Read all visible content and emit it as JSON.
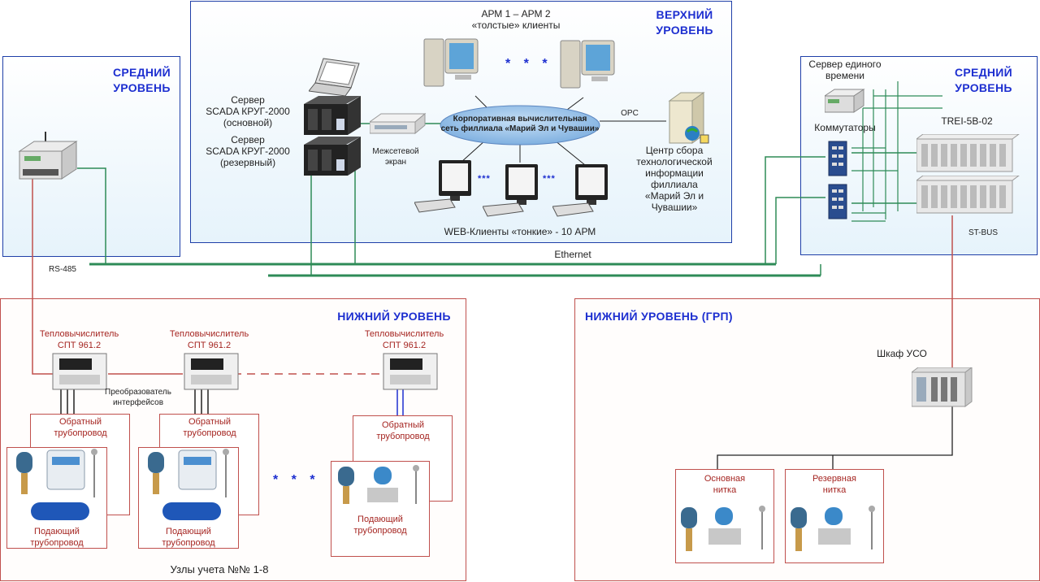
{
  "upper": {
    "level_title": "ВЕРХНИЙ\nУРОВЕНЬ",
    "arm_label": "АРМ 1 – АРМ 2\n«толстые» клиенты",
    "corp_network": "Корпоративная вычислительная\nсеть филлиала «Марий Эл и Чувашии»",
    "server_main": "Сервер\nSCADA КРУГ-2000\n(основной)",
    "server_reserve": "Сервер\nSCADA КРУГ-2000\n(резервный)",
    "firewall": "Межсетевой\nэкран",
    "opc": "OPC",
    "data_center": "Центр сбора\nтехнологической\nинформации\nфиллиала\n«Марий Эл и\nЧувашии»",
    "web_clients": "WEB-Клиенты «тонкие» - 10 АРМ",
    "stars_big": "* * *",
    "stars_small_1": "***",
    "stars_small_2": "***"
  },
  "middle_left": {
    "level_title": "СРЕДНИЙ\nУРОВЕНЬ",
    "rs485": "RS-485"
  },
  "ethernet": "Ethernet",
  "middle_right": {
    "level_title": "СРЕДНИЙ\nУРОВЕНЬ",
    "time_server": "Сервер единого\nвремени",
    "switches": "Коммутаторы",
    "trei": "TREI-5B-02",
    "stbus": "ST-BUS"
  },
  "lower_left": {
    "level_title": "НИЖНИЙ УРОВЕНЬ",
    "heat_calc_1": "Тепловычислитель\nСПТ 961.2",
    "heat_calc_2": "Тепловычислитель\nСПТ 961.2",
    "heat_calc_3": "Тепловычислитель\nСПТ 961.2",
    "converter": "Преобразователь\nинтерфейсов",
    "return_pipe_1": "Обратный\nтрубопровод",
    "return_pipe_2": "Обратный\nтрубопровод",
    "return_pipe_3": "Обратный\nтрубопровод",
    "supply_pipe_1": "Подающий\nтрубопровод",
    "supply_pipe_2": "Подающий\nтрубопровод",
    "supply_pipe_3": "Подающий\nтрубопровод",
    "stars": "* * *",
    "nodes": "Узлы учета №№ 1-8"
  },
  "lower_right": {
    "level_title": "НИЖНИЙ УРОВЕНЬ (ГРП)",
    "cabinet": "Шкаф УСО",
    "main_line": "Основная\nнитка",
    "reserve_line": "Резервная\nнитка"
  },
  "colors": {
    "blue_border": "#1f3fa8",
    "red_border": "#c0504d",
    "green_line": "#2e8b57",
    "level_text": "#1d2fd0",
    "red_text": "#a52521"
  }
}
